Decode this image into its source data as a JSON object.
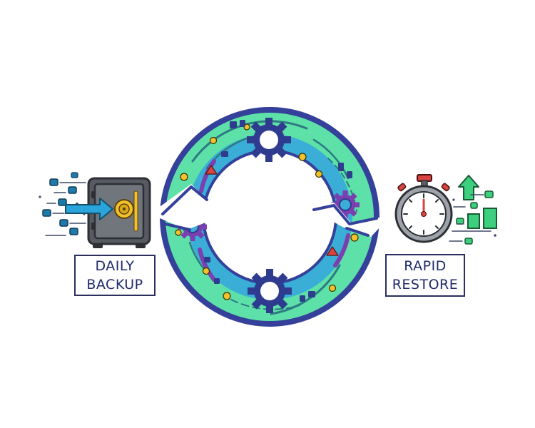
{
  "labels": {
    "backup": {
      "line1": "DAILY",
      "line2": "BACKUP"
    },
    "restore": {
      "line1": "RAPID",
      "line2": "RESTORE"
    }
  },
  "icons": {
    "left": "safe-icon",
    "center": "sync-cycle-icon",
    "right": "stopwatch-icon",
    "extra": [
      "arrow-right-icon",
      "arrow-up-icon",
      "gear-icon",
      "bar-chart-icon",
      "data-chip-icon"
    ]
  },
  "colors": {
    "ring_outer": "#34409a",
    "ring_fill": "#5ee1a8",
    "ring_inner": "#3aaed6",
    "accent_purple": "#7b3fb0",
    "gear": "#2e3b8f",
    "safe_body": "#5b5f66",
    "safe_dial": "#f3c12d",
    "arrow_blue": "#2aa5dc",
    "stopwatch_red": "#d8443f",
    "growth_green": "#3ccf7e",
    "label_text": "#1f2a6b"
  }
}
